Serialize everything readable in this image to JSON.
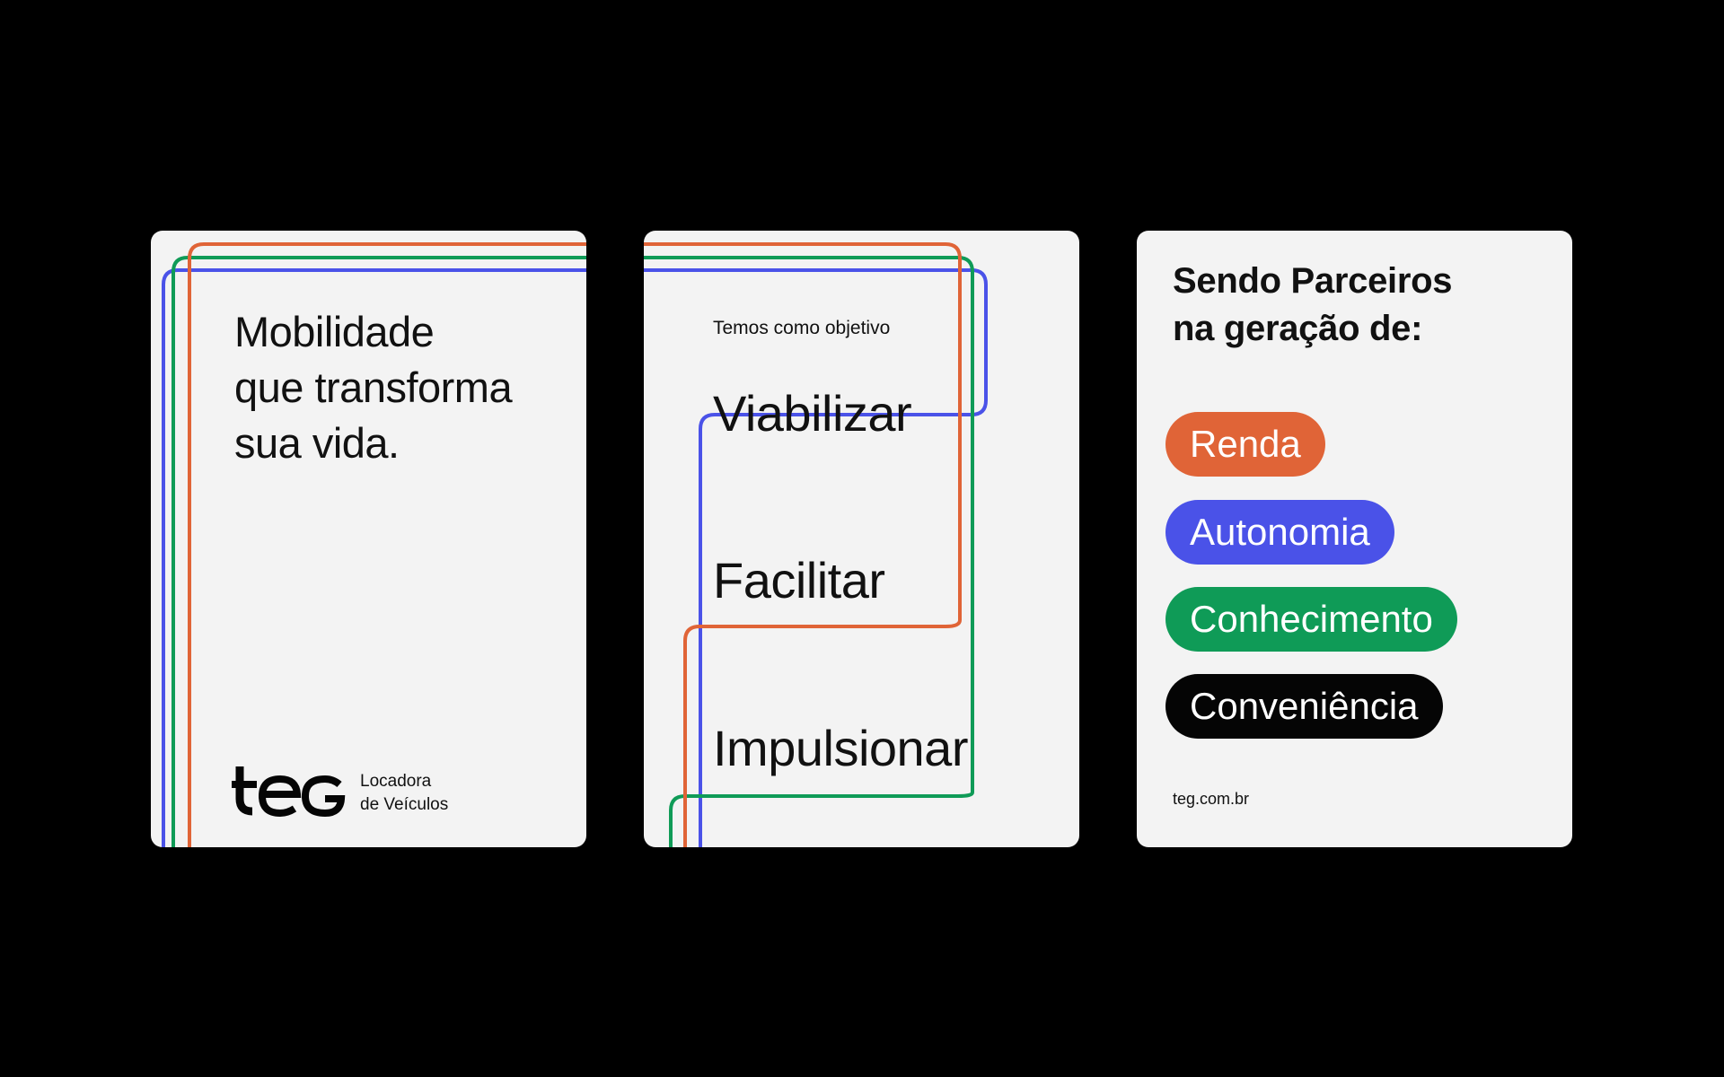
{
  "colors": {
    "background": "#000000",
    "card": "#f3f3f3",
    "orange": "#e06437",
    "green": "#0f9b57",
    "blue": "#4a52e8",
    "black": "#050505",
    "text": "#111111"
  },
  "card1": {
    "headline": [
      "Mobilidade",
      "que transforma",
      "sua vida."
    ],
    "logo_word": "teg",
    "logo_caption": [
      "Locadora",
      "de Veículos"
    ]
  },
  "card2": {
    "intro": "Temos como objetivo",
    "verbs": [
      "Viabilizar",
      "Facilitar",
      "Impulsionar"
    ]
  },
  "card3": {
    "title": [
      "Sendo Parceiros",
      "na geração de:"
    ],
    "pills": [
      {
        "label": "Renda",
        "color": "orange"
      },
      {
        "label": "Autonomia",
        "color": "blue"
      },
      {
        "label": "Conhecimento",
        "color": "green"
      },
      {
        "label": "Conveniência",
        "color": "black"
      }
    ],
    "website": "teg.com.br"
  }
}
